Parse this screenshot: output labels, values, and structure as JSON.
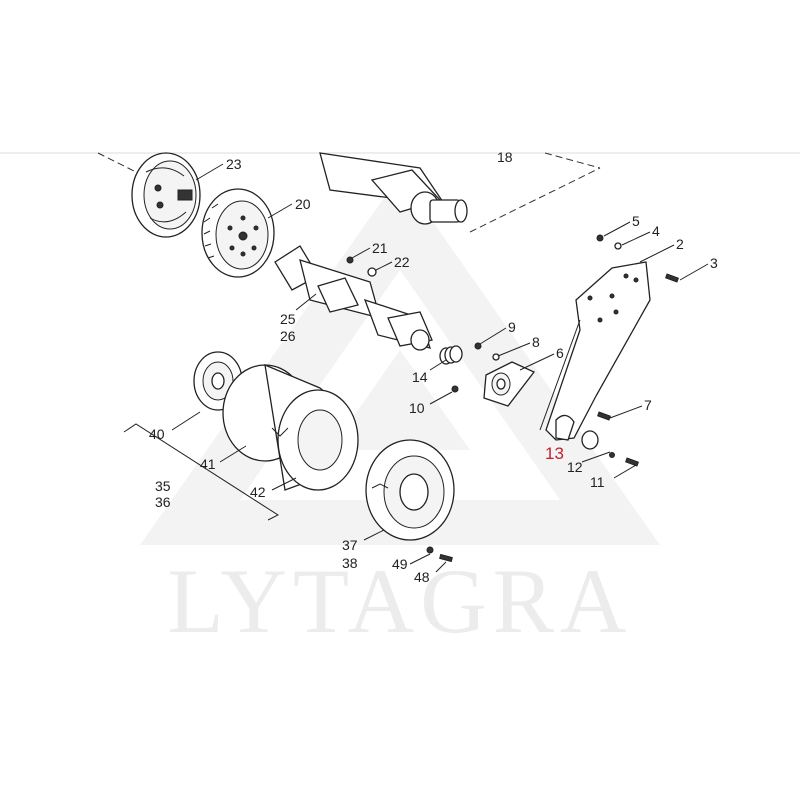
{
  "watermark": "LYTAGRA",
  "highlight_color": "#c0212e",
  "callouts": [
    {
      "id": "23",
      "text": "23"
    },
    {
      "id": "20",
      "text": "20"
    },
    {
      "id": "18",
      "text": "18"
    },
    {
      "id": "21",
      "text": "21"
    },
    {
      "id": "22",
      "text": "22"
    },
    {
      "id": "25",
      "text": "25"
    },
    {
      "id": "26",
      "text": "26"
    },
    {
      "id": "5",
      "text": "5"
    },
    {
      "id": "4",
      "text": "4"
    },
    {
      "id": "2",
      "text": "2"
    },
    {
      "id": "3",
      "text": "3"
    },
    {
      "id": "9",
      "text": "9"
    },
    {
      "id": "8",
      "text": "8"
    },
    {
      "id": "6",
      "text": "6"
    },
    {
      "id": "14",
      "text": "14"
    },
    {
      "id": "10",
      "text": "10"
    },
    {
      "id": "7",
      "text": "7"
    },
    {
      "id": "13",
      "text": "13"
    },
    {
      "id": "12",
      "text": "12"
    },
    {
      "id": "11",
      "text": "11"
    },
    {
      "id": "40",
      "text": "40"
    },
    {
      "id": "41",
      "text": "41"
    },
    {
      "id": "35",
      "text": "35"
    },
    {
      "id": "36",
      "text": "36"
    },
    {
      "id": "42",
      "text": "42"
    },
    {
      "id": "37",
      "text": "37"
    },
    {
      "id": "38",
      "text": "38"
    },
    {
      "id": "49",
      "text": "49"
    },
    {
      "id": "48",
      "text": "48"
    }
  ]
}
